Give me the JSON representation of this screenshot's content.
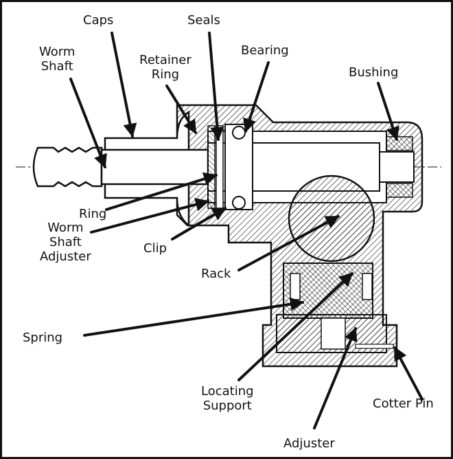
{
  "labels": {
    "caps": "Caps",
    "seals": "Seals",
    "worm_shaft": "Worm\nShaft",
    "retainer_ring": "Retainer\nRing",
    "bearing": "Bearing",
    "bushing": "Bushing",
    "ring": "Ring",
    "worm_shaft_adjuster": "Worm\nShaft\nAdjuster",
    "clip": "Clip",
    "rack": "Rack",
    "spring": "Spring",
    "locating_support": "Locating\nSupport",
    "cotter_pin": "Cotter Pin",
    "adjuster": "Adjuster"
  },
  "colors": {
    "ink": "#111111",
    "paper": "#ffffff"
  }
}
